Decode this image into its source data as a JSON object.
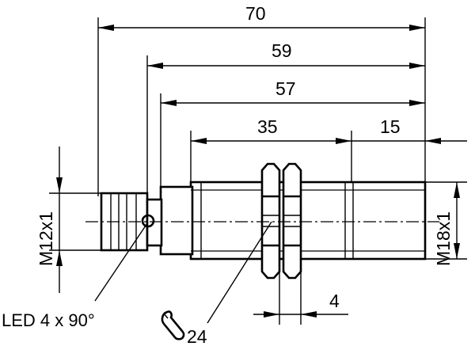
{
  "dimensions": {
    "overall_length": "70",
    "length_to_connector": "59",
    "housing_length": "57",
    "thread_length": "35",
    "tip_length": "15",
    "nut_width": "4"
  },
  "threads": {
    "connector_thread": "M12x1",
    "housing_thread": "M18x1"
  },
  "annotations": {
    "led": "LED 4 x 90°",
    "wrench_size": "24"
  },
  "icons": {
    "wrench": "wrench-icon"
  }
}
